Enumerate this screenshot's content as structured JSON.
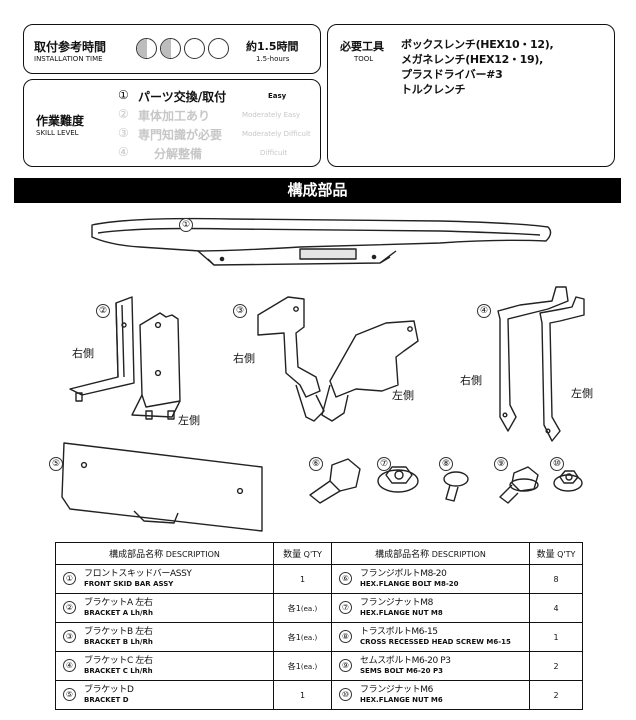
{
  "installation_time": {
    "label_jp": "取付参考時間",
    "label_en": "INSTALLATION TIME",
    "hours": 1.5,
    "value_jp": "約1.5時間",
    "value_en": "1.5-hours"
  },
  "tool": {
    "label_jp": "必要工具",
    "label_en": "TOOL",
    "items": [
      "ボックスレンチ(HEX10・12),",
      "メガネレンチ(HEX12・19),",
      "プラスドライバー#3",
      "トルクレンチ"
    ]
  },
  "skill": {
    "label_jp": "作業難度",
    "label_en": "SKILL LEVEL",
    "levels": [
      {
        "num": "①",
        "label": "パーツ交換/取付",
        "en": "Easy"
      },
      {
        "num": "②",
        "label": "車体加工あり",
        "en": "Moderately Easy"
      },
      {
        "num": "③",
        "label": "専門知識が必要",
        "en": "Moderately Difficult"
      },
      {
        "num": "④",
        "label": "分解整備",
        "en": "Difficult"
      }
    ]
  },
  "section_title": "構成部品",
  "parts_figure": {
    "callouts": [
      "①",
      "②",
      "③",
      "④",
      "⑤",
      "⑥",
      "⑦",
      "⑧",
      "⑨",
      "⑩"
    ],
    "right_side": "右側",
    "left_side": "左側"
  },
  "table": {
    "header_desc_jp": "構成部品名称",
    "header_desc_en": "DESCRIPTION",
    "header_qty_jp": "数量",
    "header_qty_en": "Q'TY",
    "ea": "(ea.)",
    "rows": [
      {
        "left": {
          "num": "①",
          "jp": "フロントスキッドバーASSY",
          "en": "FRONT SKID BAR ASSY",
          "qty": "1",
          "ea": ""
        },
        "right": {
          "num": "⑥",
          "jp": "フランジボルトM8-20",
          "en": "HEX.FLANGE BOLT M8-20",
          "qty": "8"
        }
      },
      {
        "left": {
          "num": "②",
          "jp": "ブラケットA 左右",
          "en": "BRACKET A Lh/Rh",
          "qty": "各1",
          "ea": "(ea.)"
        },
        "right": {
          "num": "⑦",
          "jp": "フランジナットM8",
          "en": "HEX.FLANGE NUT M8",
          "qty": "4"
        }
      },
      {
        "left": {
          "num": "③",
          "jp": "ブラケットB 左右",
          "en": "BRACKET B Lh/Rh",
          "qty": "各1",
          "ea": "(ea.)"
        },
        "right": {
          "num": "⑧",
          "jp": "トラスボルトM6-15",
          "en": "CROSS RECESSED HEAD SCREW M6-15",
          "qty": "1"
        }
      },
      {
        "left": {
          "num": "④",
          "jp": "ブラケットC 左右",
          "en": "BRACKET C Lh/Rh",
          "qty": "各1",
          "ea": "(ea.)"
        },
        "right": {
          "num": "⑨",
          "jp": "セムスボルトM6-20 P3",
          "en": "SEMS BOLT M6-20 P3",
          "qty": "2"
        }
      },
      {
        "left": {
          "num": "⑤",
          "jp": "ブラケットD",
          "en": "BRACKET D",
          "qty": "1",
          "ea": ""
        },
        "right": {
          "num": "⑩",
          "jp": "フランジナットM6",
          "en": "HEX.FLANGE NUT M6",
          "qty": "2"
        }
      }
    ]
  }
}
